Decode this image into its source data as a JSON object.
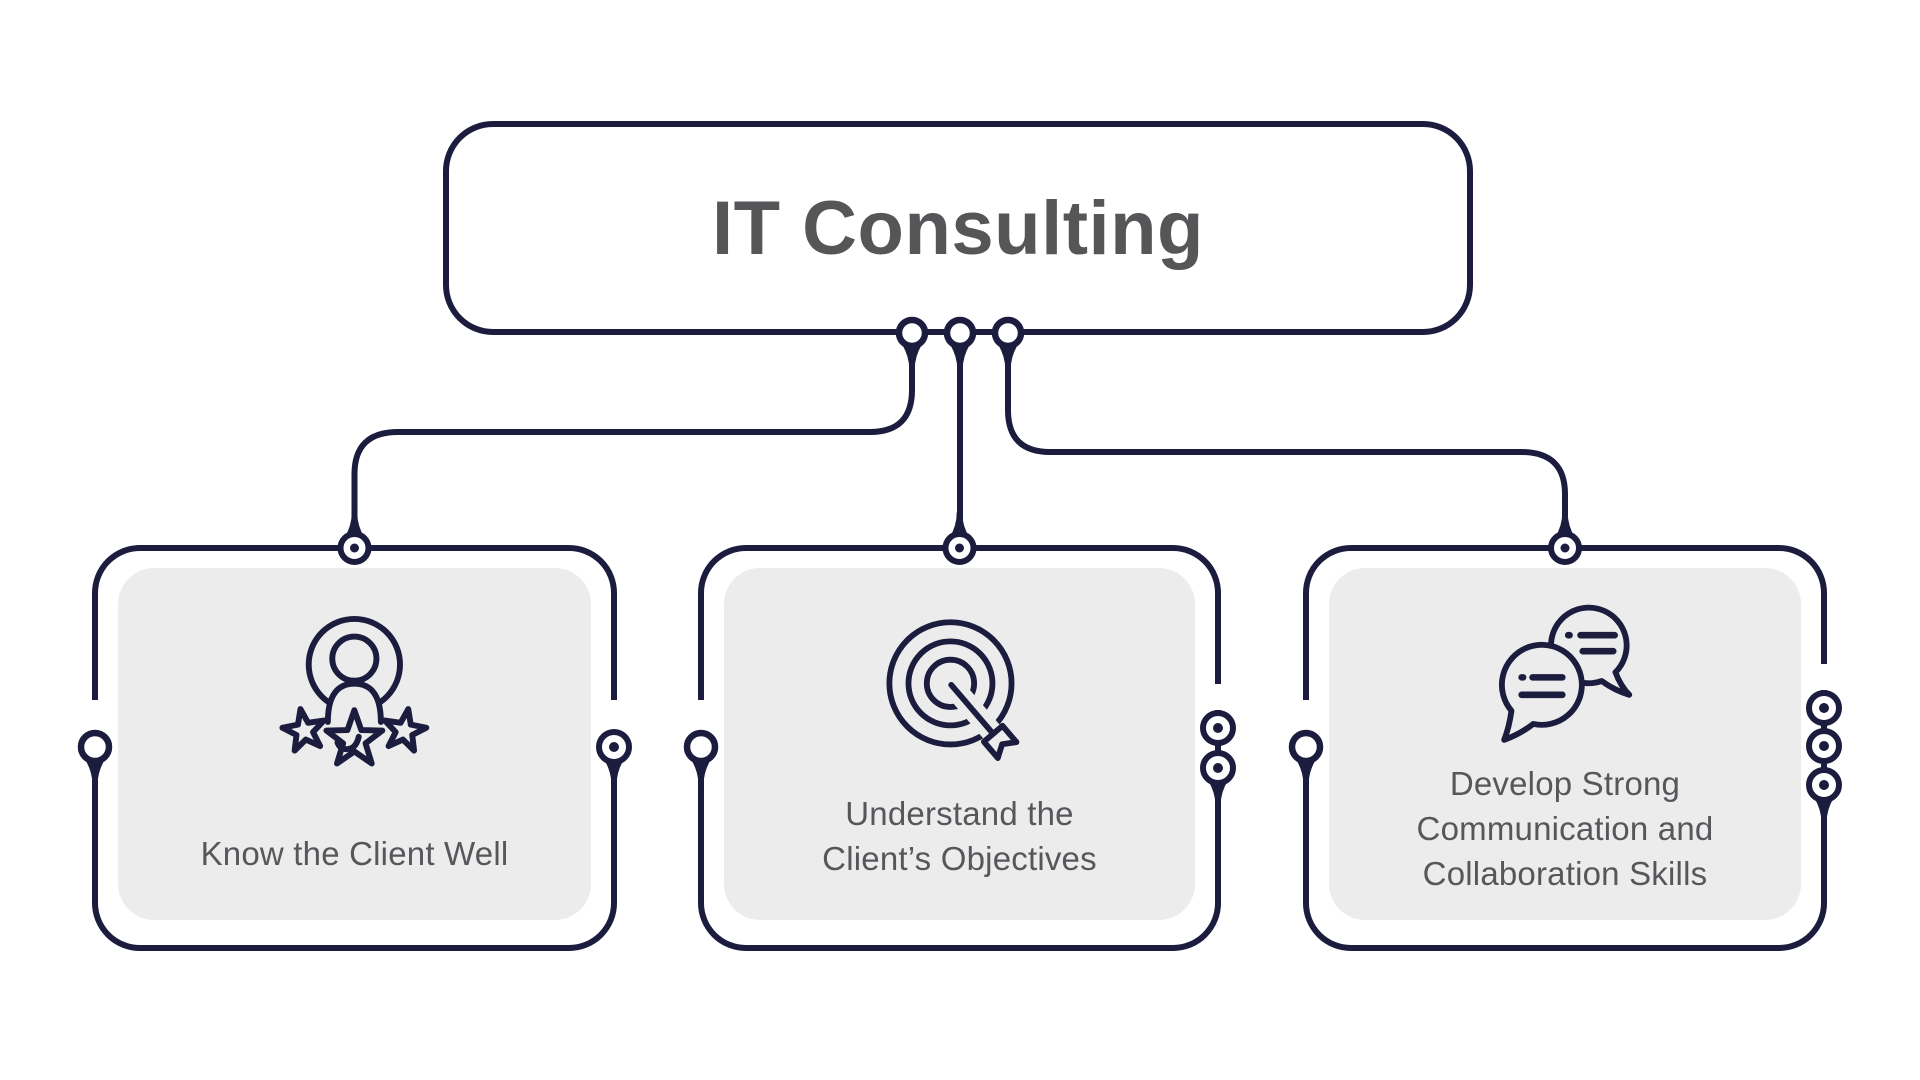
{
  "diagram": {
    "title": "IT Consulting",
    "nodes": [
      {
        "label": "Know the Client Well",
        "icon": "customer-rating-icon"
      },
      {
        "label": "Understand the\nClient’s Objectives",
        "icon": "target-goal-icon"
      },
      {
        "label": "Develop Strong\nCommunication and\nCollaboration Skills",
        "icon": "chat-bubbles-icon"
      }
    ],
    "colors": {
      "line": "#1b1c3e",
      "title_text": "#565659",
      "label_text": "#56575a",
      "panel": "#ececec",
      "background": "#ffffff"
    }
  }
}
